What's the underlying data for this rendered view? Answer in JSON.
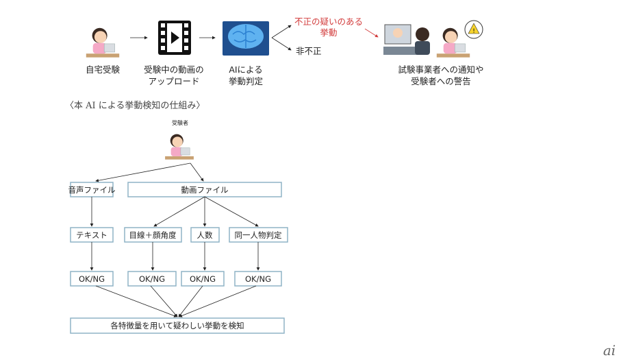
{
  "top_flow": {
    "step1": "自宅受験",
    "step2_line1": "受験中の動画の",
    "step2_line2": "アップロード",
    "step3_line1": "AIによる",
    "step3_line2": "挙動判定",
    "suspicious_line1": "不正の疑いのある",
    "suspicious_line2": "挙動",
    "not_fraud": "非不正",
    "result_line1": "試験事業者への通知や",
    "result_line2": "受験者への警告"
  },
  "caption": "〈本 AI による挙動検知の仕組み〉",
  "flowchart": {
    "examinee": "受験者",
    "audio_file": "音声ファイル",
    "video_file": "動画ファイル",
    "text": "テキスト",
    "gaze_face_angle": "目線＋顔角度",
    "headcount": "人数",
    "same_person": "同一人物判定",
    "okng": [
      "OK/NG",
      "OK/NG",
      "OK/NG",
      "OK/NG"
    ],
    "final": "各特徴量を用いて疑わしい挙動を検知"
  },
  "logo": "ai",
  "colors": {
    "accent_red": "#d23b3b",
    "box_border": "#8fb3c6",
    "brain_blue": "#1f6fb5"
  }
}
